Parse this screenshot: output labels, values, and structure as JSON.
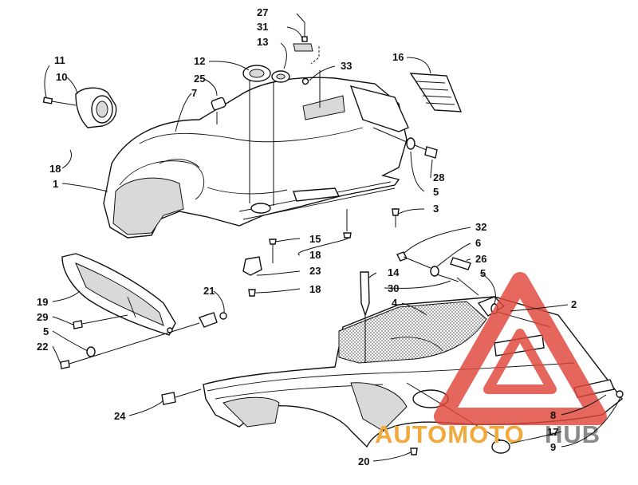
{
  "callouts": [
    {
      "id": "c27",
      "text": "27"
    },
    {
      "id": "c31",
      "text": "31"
    },
    {
      "id": "c13",
      "text": "13"
    },
    {
      "id": "c12",
      "text": "12"
    },
    {
      "id": "c33",
      "text": "33"
    },
    {
      "id": "c16",
      "text": "16"
    },
    {
      "id": "c11",
      "text": "11"
    },
    {
      "id": "c10",
      "text": "10"
    },
    {
      "id": "c25",
      "text": "25"
    },
    {
      "id": "c7",
      "text": "7"
    },
    {
      "id": "c18a",
      "text": "18"
    },
    {
      "id": "c1",
      "text": "1"
    },
    {
      "id": "c28",
      "text": "28"
    },
    {
      "id": "c5a",
      "text": "5"
    },
    {
      "id": "c3",
      "text": "3"
    },
    {
      "id": "c15",
      "text": "15"
    },
    {
      "id": "c18b",
      "text": "18"
    },
    {
      "id": "c23",
      "text": "23"
    },
    {
      "id": "c18c",
      "text": "18"
    },
    {
      "id": "c32",
      "text": "32"
    },
    {
      "id": "c6",
      "text": "6"
    },
    {
      "id": "c26",
      "text": "26"
    },
    {
      "id": "c5b",
      "text": "5"
    },
    {
      "id": "c14",
      "text": "14"
    },
    {
      "id": "c30",
      "text": "30"
    },
    {
      "id": "c4",
      "text": "4"
    },
    {
      "id": "c2",
      "text": "2"
    },
    {
      "id": "c19",
      "text": "19"
    },
    {
      "id": "c29",
      "text": "29"
    },
    {
      "id": "c5c",
      "text": "5"
    },
    {
      "id": "c22",
      "text": "22"
    },
    {
      "id": "c21",
      "text": "21"
    },
    {
      "id": "c24",
      "text": "24"
    },
    {
      "id": "c8",
      "text": "8"
    },
    {
      "id": "c17",
      "text": "17"
    },
    {
      "id": "c9",
      "text": "9"
    },
    {
      "id": "c20",
      "text": "20"
    }
  ],
  "watermark": {
    "part1": "AUTOMOTO",
    "part2": "HUB",
    "color_primary": "#e0453a",
    "color_secondary": "#f2a93b",
    "color_dark": "#8a8a8a"
  }
}
